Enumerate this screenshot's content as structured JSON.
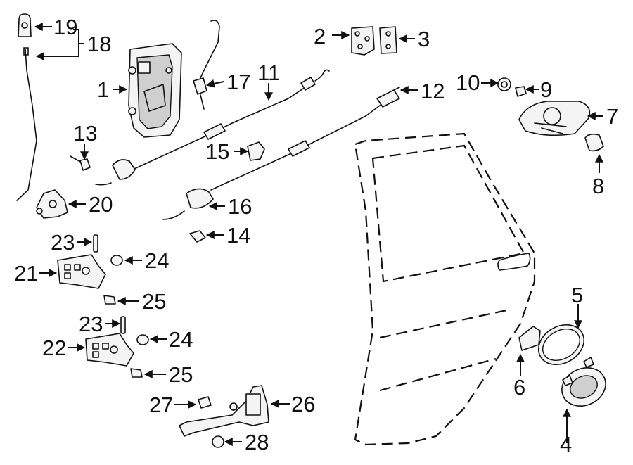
{
  "callouts": [
    "1",
    "2",
    "3",
    "4",
    "5",
    "6",
    "7",
    "8",
    "9",
    "10",
    "11",
    "12",
    "13",
    "14",
    "15",
    "16",
    "17",
    "18",
    "19",
    "20",
    "21",
    "22",
    "23",
    "23",
    "24",
    "24",
    "25",
    "25",
    "26",
    "27",
    "28"
  ]
}
